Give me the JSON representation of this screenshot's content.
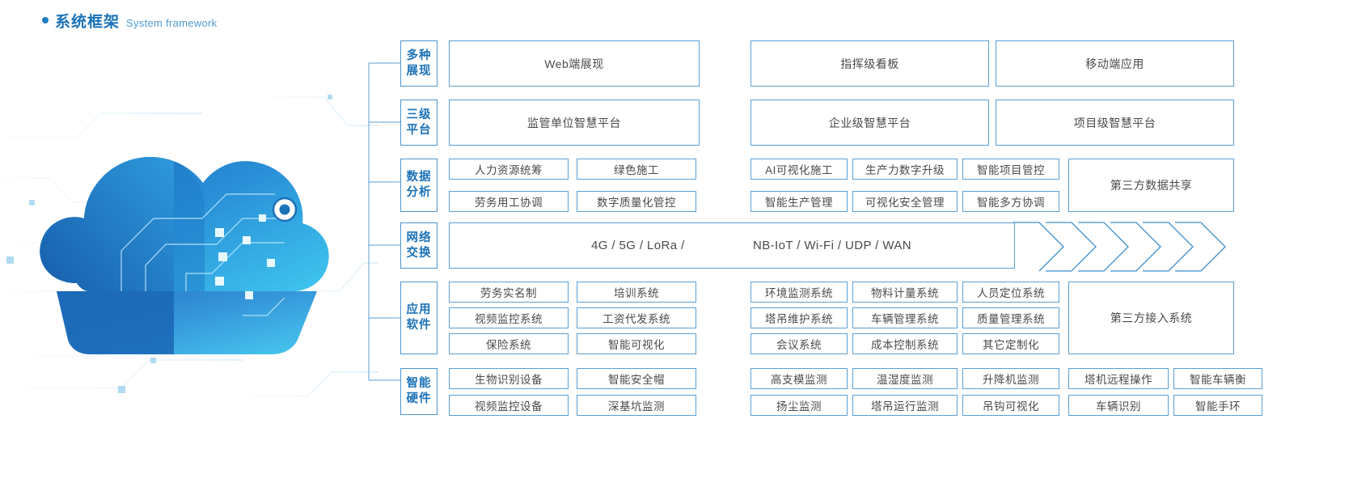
{
  "header": {
    "title_zh": "系统框架",
    "title_en": "System framework",
    "bullet": "bullet-dot"
  },
  "colors": {
    "accent": "#1b72b8",
    "border": "#5b9fd6",
    "text": "#4a4a4a",
    "cloud_dark": "#1669b4",
    "cloud_light": "#35b4e6"
  },
  "rows": [
    {
      "key": "presentation",
      "category": "多种\n展现",
      "category_lines": [
        "多种",
        "展现"
      ],
      "left_cells": [
        "Web端展现"
      ],
      "right_cells": [
        "指挥级看板",
        "移动端应用"
      ]
    },
    {
      "key": "platform",
      "category_lines": [
        "三级",
        "平台"
      ],
      "left_cells": [
        "监管单位智慧平台"
      ],
      "right_cells": [
        "企业级智慧平台",
        "项目级智慧平台"
      ]
    },
    {
      "key": "data-analysis",
      "category_lines": [
        "数据",
        "分析"
      ],
      "left_grid": [
        [
          "人力资源统筹",
          "绿色施工"
        ],
        [
          "劳务用工协调",
          "数字质量化管控"
        ]
      ],
      "mid_grid": [
        [
          "AI可视化施工",
          "生产力数字升级",
          "智能项目管控"
        ],
        [
          "智能生产管理",
          "可视化安全管理",
          "智能多方协调"
        ]
      ],
      "side_cell": "第三方数据共享"
    },
    {
      "key": "network",
      "category_lines": [
        "网络",
        "交换"
      ],
      "bar_text_1": "4G / 5G / LoRa /",
      "bar_text_2": "NB-IoT / Wi-Fi / UDP / WAN",
      "chevron_count": 6
    },
    {
      "key": "application-software",
      "category_lines": [
        "应用",
        "软件"
      ],
      "left_grid": [
        [
          "劳务实名制",
          "培训系统"
        ],
        [
          "视频监控系统",
          "工资代发系统"
        ],
        [
          "保险系统",
          "智能可视化"
        ]
      ],
      "mid_grid": [
        [
          "环境监测系统",
          "物料计量系统",
          "人员定位系统"
        ],
        [
          "塔吊维护系统",
          "车辆管理系统",
          "质量管理系统"
        ],
        [
          "会议系统",
          "成本控制系统",
          "其它定制化"
        ]
      ],
      "side_cell": "第三方接入系统"
    },
    {
      "key": "smart-hardware",
      "category_lines": [
        "智能",
        "硬件"
      ],
      "left_grid": [
        [
          "生物识别设备",
          "智能安全帽"
        ],
        [
          "视频监控设备",
          "深基坑监测"
        ]
      ],
      "mid_grid": [
        [
          "高支模监测",
          "温湿度监测",
          "升降机监测"
        ],
        [
          "扬尘监测",
          "塔吊运行监测",
          "吊钩可视化"
        ]
      ],
      "far_grid": [
        [
          "塔机远程操作",
          "智能车辆衡"
        ],
        [
          "车辆识别",
          "智能手环"
        ]
      ]
    }
  ]
}
